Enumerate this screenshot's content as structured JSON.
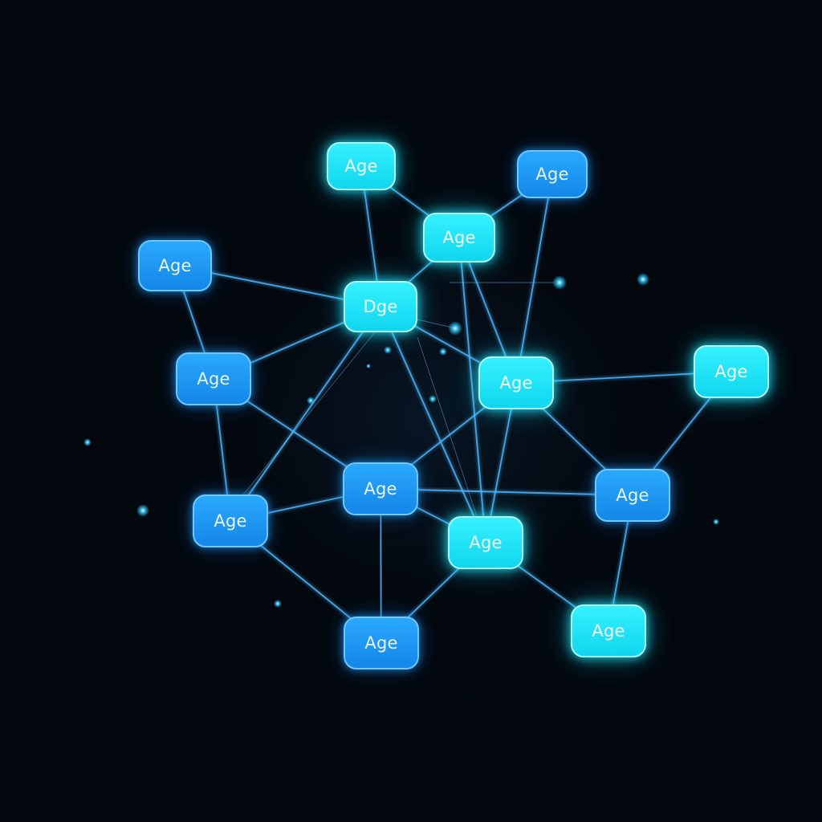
{
  "diagram": {
    "nodes": [
      {
        "id": "n1",
        "label": "Age",
        "style": "cyan"
      },
      {
        "id": "n2",
        "label": "Age",
        "style": "blue"
      },
      {
        "id": "n3",
        "label": "Age",
        "style": "cyan"
      },
      {
        "id": "n4",
        "label": "Age",
        "style": "blue"
      },
      {
        "id": "n5",
        "label": "Dge",
        "style": "cyan"
      },
      {
        "id": "n6",
        "label": "Age",
        "style": "blue"
      },
      {
        "id": "n7",
        "label": "Age",
        "style": "cyan"
      },
      {
        "id": "n8",
        "label": "Age",
        "style": "cyan"
      },
      {
        "id": "n9",
        "label": "Age",
        "style": "blue"
      },
      {
        "id": "n10",
        "label": "Age",
        "style": "blue"
      },
      {
        "id": "n11",
        "label": "Age",
        "style": "blue"
      },
      {
        "id": "n12",
        "label": "Age",
        "style": "cyan"
      },
      {
        "id": "n13",
        "label": "Age",
        "style": "blue"
      },
      {
        "id": "n14",
        "label": "Age",
        "style": "cyan"
      }
    ],
    "edges": [
      [
        "n1",
        "n5"
      ],
      [
        "n1",
        "n3"
      ],
      [
        "n2",
        "n3"
      ],
      [
        "n2",
        "n7"
      ],
      [
        "n3",
        "n5"
      ],
      [
        "n3",
        "n7"
      ],
      [
        "n3",
        "n12"
      ],
      [
        "n4",
        "n5"
      ],
      [
        "n4",
        "n6"
      ],
      [
        "n5",
        "n6"
      ],
      [
        "n5",
        "n7"
      ],
      [
        "n5",
        "n9"
      ],
      [
        "n5",
        "n10"
      ],
      [
        "n5",
        "n12"
      ],
      [
        "n6",
        "n9"
      ],
      [
        "n6",
        "n10"
      ],
      [
        "n7",
        "n8"
      ],
      [
        "n7",
        "n9"
      ],
      [
        "n7",
        "n11"
      ],
      [
        "n7",
        "n12"
      ],
      [
        "n8",
        "n11"
      ],
      [
        "n9",
        "n10"
      ],
      [
        "n9",
        "n11"
      ],
      [
        "n9",
        "n12"
      ],
      [
        "n9",
        "n13"
      ],
      [
        "n10",
        "n13"
      ],
      [
        "n11",
        "n14"
      ],
      [
        "n12",
        "n13"
      ],
      [
        "n12",
        "n14"
      ]
    ]
  },
  "colors": {
    "background": "#03070d",
    "edge": "#4fb6ff",
    "edge_faint": "#6fc3ff",
    "node_blue": "#1a95f5",
    "node_cyan": "#22e4f6",
    "particle": "#33c9ff"
  }
}
